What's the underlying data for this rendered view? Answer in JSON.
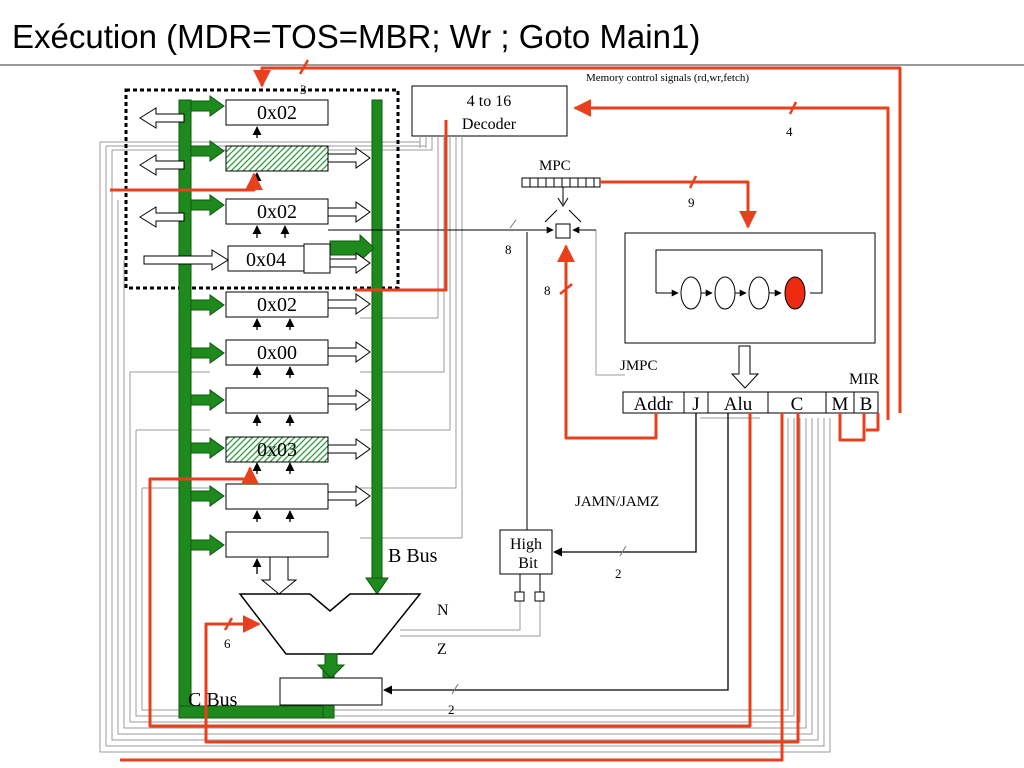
{
  "title": "Exécution (MDR=TOS=MBR; Wr ; Goto Main1)",
  "registers": [
    {
      "value": "0x02",
      "hatched": false
    },
    {
      "value": "",
      "hatched": true
    },
    {
      "value": "0x02",
      "hatched": false
    },
    {
      "value": "0x04",
      "hatched": false
    },
    {
      "value": "0x02",
      "hatched": false
    },
    {
      "value": "0x00",
      "hatched": false
    },
    {
      "value": "",
      "hatched": false
    },
    {
      "value": "0x03",
      "hatched": true
    },
    {
      "value": "",
      "hatched": false
    },
    {
      "value": "",
      "hatched": false
    }
  ],
  "labels": {
    "decoder_line1": "4 to 16",
    "decoder_line2": "Decoder",
    "memory_control": "Memory control signals (rd,wr,fetch)",
    "mpc": "MPC",
    "jmpc": "JMPC",
    "mir": "MIR",
    "jamn_jamz": "JAMN/JAMZ",
    "high_bit_line1": "High",
    "high_bit_line2": "Bit",
    "b_bus": "B Bus",
    "c_bus": "C Bus",
    "n": "N",
    "z": "Z"
  },
  "mir_fields": [
    "Addr",
    "J",
    "Alu",
    "C",
    "M",
    "B"
  ],
  "bus_widths": {
    "memory_top": "3",
    "memory_control": "4",
    "mpc_out": "9",
    "addr_feedback": "8",
    "mbr_to_mpc": "8",
    "jam": "2",
    "alu_ctrl": "6",
    "shifter": "2"
  },
  "colors": {
    "bus_green": "#1e8a1e",
    "bus_green_dark": "#0c5a0c",
    "control_red": "#e8401c",
    "hatch_green": "#2f9a3f"
  }
}
